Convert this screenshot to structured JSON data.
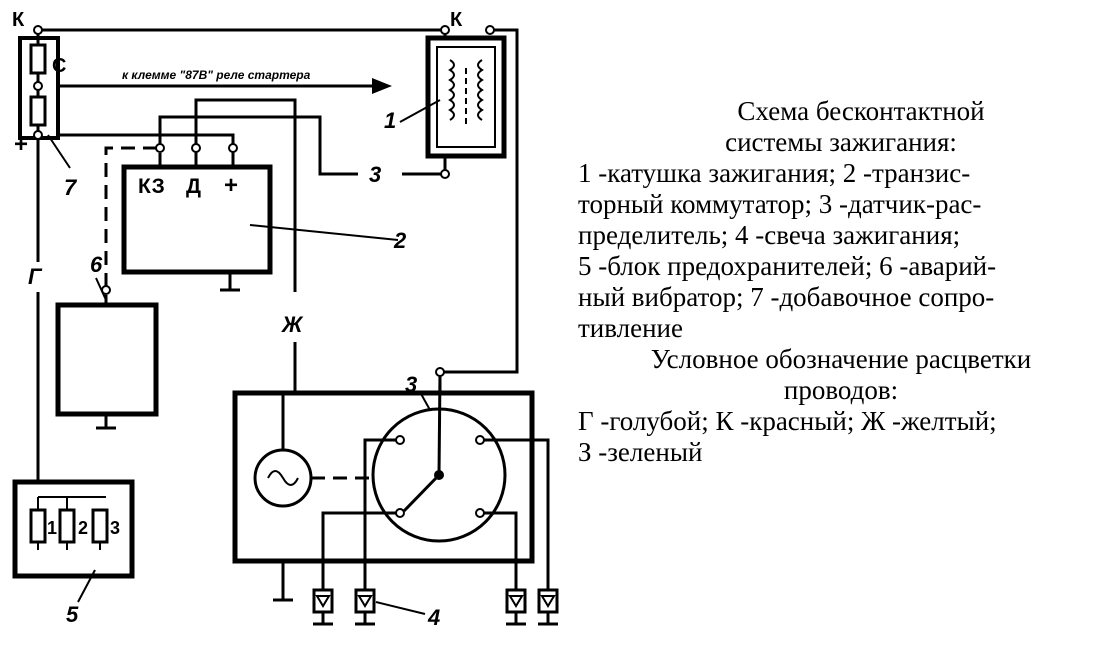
{
  "caption": {
    "title_line1": "Схема бесконтактной",
    "title_line2": "системы зажигания:",
    "legend_lines": [
      "1 -катушка зажигания; 2 -транзис-",
      "торный коммутатор; 3 -датчик-рас-",
      "пределитель; 4 -свеча зажигания;",
      "5 -блок предохранителей; 6 -аварий-",
      "ный вибратор; 7 -добавочное сопро-",
      "тивление"
    ],
    "colors_title_line1": "Условное обозначение расцветки",
    "colors_title_line2": "проводов:",
    "colors_line1": "Г -голубой; К -красный; Ж -желтый;",
    "colors_line2": "З -зеленый"
  },
  "diagram": {
    "arrow_text": "к клемме \"87В\" реле стартера",
    "terminals": {
      "k_left": "К",
      "k_right": "К",
      "c": "С",
      "plus_left": "+",
      "kz": "КЗ",
      "d": "Д",
      "plus_comm": "+"
    },
    "wire_labels": {
      "g": "Г",
      "zh": "Ж",
      "z": "3"
    },
    "callouts": {
      "n1": "1",
      "n2": "2",
      "n3": "3",
      "n4": "4",
      "n5": "5",
      "n6": "6",
      "n7": "7"
    },
    "fuses": [
      "1",
      "2",
      "3"
    ]
  }
}
